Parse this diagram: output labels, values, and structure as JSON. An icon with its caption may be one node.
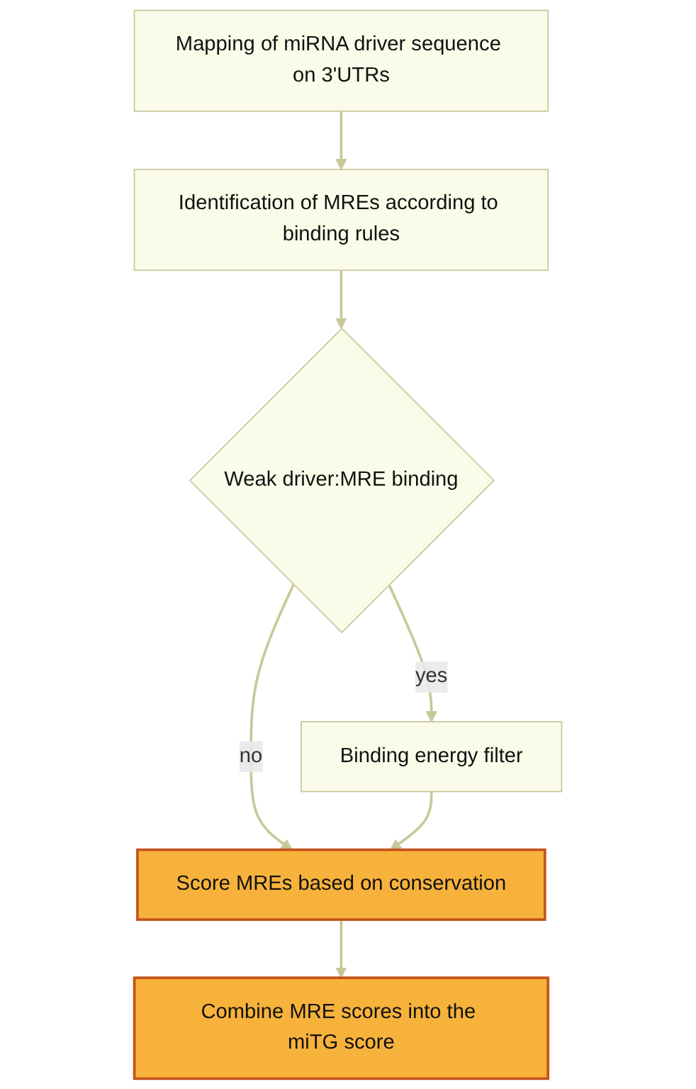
{
  "diagram": {
    "nodes": [
      {
        "text": [
          "Mapping of miRNA driver sequence on 3'UTRs"
        ]
      },
      {
        "text": [
          "Identification of MREs according to binding rules"
        ]
      },
      {
        "text": [
          "Weak driver:MRE binding"
        ]
      },
      {
        "text": [
          "Binding energy filter"
        ]
      },
      {
        "text": [
          "Score MREs based on conservation"
        ]
      },
      {
        "text": [
          "Combine MRE scores into the miTG score"
        ]
      }
    ],
    "edges": [
      {
        "from": 0,
        "to": 1,
        "arrow": "to"
      },
      {
        "from": 1,
        "to": 2,
        "arrow": "to"
      },
      {
        "from": 2,
        "to": 3,
        "arrow": "to",
        "label": "yes"
      },
      {
        "from": 2,
        "to": 4,
        "arrow": "to",
        "label": "no"
      },
      {
        "from": 3,
        "to": 4,
        "arrow": "to"
      },
      {
        "from": 4,
        "to": 5,
        "arrow": "to"
      }
    ]
  }
}
